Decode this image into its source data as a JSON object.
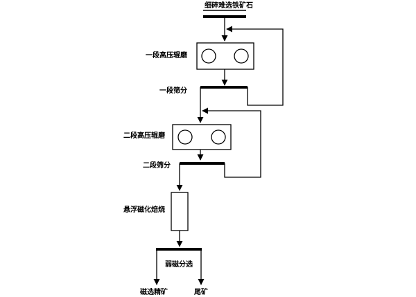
{
  "diagram": {
    "feed": "细碎难选铁矿石",
    "hpgr_stage1": "一段高压辊磨",
    "screen_stage1": "一段筛分",
    "hpgr_stage2": "二段高压辊磨",
    "screen_stage2": "二段筛分",
    "roasting": "悬浮磁化焙烧",
    "magnetic_separation": "弱磁分选",
    "concentrate": "磁选精矿",
    "tailings": "尾矿"
  }
}
